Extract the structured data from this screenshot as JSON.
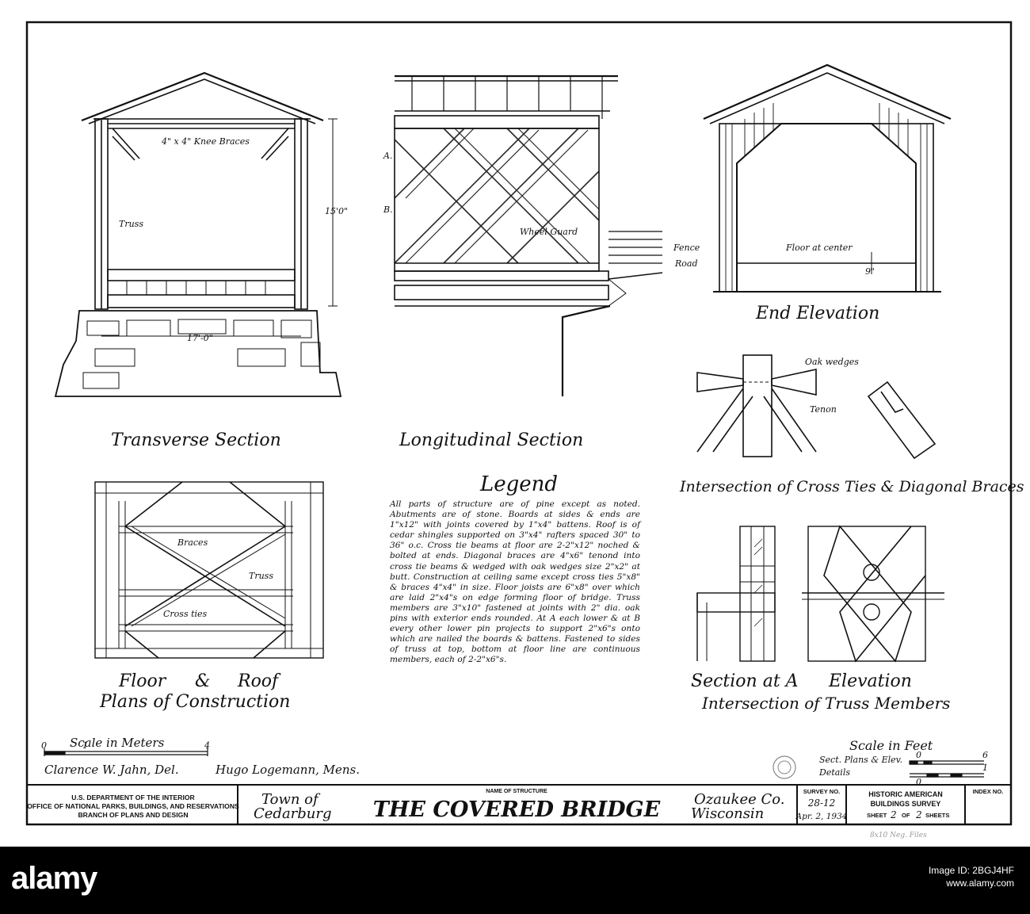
{
  "drawings": {
    "transverse": {
      "title": "Transverse Section",
      "knee_braces": "4\" x 4\" Knee Braces",
      "truss": "Truss",
      "height": "15'0\"",
      "width": "17'-0\""
    },
    "longitudinal": {
      "title": "Longitudinal Section",
      "mark_a": "A.",
      "mark_b": "B.",
      "wheel_guard": "Wheel Guard",
      "fence": "Fence",
      "road": "Road"
    },
    "end_elevation": {
      "title": "End Elevation",
      "floor_at_center": "Floor at center",
      "dim": "9\""
    },
    "intersection_cross": {
      "title": "Intersection of Cross Ties & Diagonal Braces",
      "oak_wedges": "Oak wedges",
      "tenon": "Tenon"
    },
    "plans": {
      "title_line1_a": "Floor",
      "title_line1_amp": "&",
      "title_line1_b": "Roof",
      "title_line2": "Plans of Construction",
      "braces": "Braces",
      "truss": "Truss",
      "cross_ties": "Cross ties"
    },
    "truss_members": {
      "section_label": "Section at A",
      "elevation_label": "Elevation",
      "title": "Intersection of Truss Members"
    }
  },
  "legend": {
    "title": "Legend",
    "body": "All parts of structure are of pine except as noted. Abutments are of stone. Boards at sides & ends are 1\"x12\" with joints covered by 1\"x4\" battens. Roof is of cedar shingles supported on 3\"x4\" rafters spaced 30\" to 36\" o.c. Cross tie beams at floor are 2-2\"x12\" noched & bolted at ends. Diagonal braces are 4\"x6\" tenond into cross tie beams & wedged with oak wedges size 2\"x2\" at butt. Construction at ceiling same except cross ties 5\"x8\" & braces 4\"x4\" in size. Floor joists are 6\"x8\" over which are laid 2\"x4\"s on edge forming floor of bridge. Truss members are 3\"x10\" fastened at joints with 2\" dia. oak pins with exterior ends rounded. At A each lower & at B every other lower pin projects to support 2\"x6\"s onto which are nailed the boards & battens. Fastened to sides of truss at top, bottom at floor line are continuous members, each of 2-2\"x6\"s."
  },
  "scales": {
    "meters_label": "Scale in Meters",
    "meters_start": "0",
    "meters_mid": "1",
    "meters_end": "4",
    "feet_label": "Scale in Feet",
    "feet_sub1": "Sect. Plans & Elev.",
    "feet_sub2": "Details",
    "feet_top_0": "0",
    "feet_top_end": "6",
    "feet_bot_0": "0",
    "feet_bot_end": "1"
  },
  "credits": {
    "delineator": "Clarence W. Jahn, Del.",
    "measurer": "Hugo Logemann, Mens."
  },
  "title_block": {
    "agency_line1": "U.S. DEPARTMENT OF THE INTERIOR",
    "agency_line2": "OFFICE OF NATIONAL PARKS, BUILDINGS, AND RESERVATIONS",
    "agency_line3": "BRANCH OF PLANS AND DESIGN",
    "town_line1": "Town of",
    "town_line2": "Cedarburg",
    "name_label": "NAME OF STRUCTURE",
    "structure_name": "THE COVERED BRIDGE",
    "county_line1": "Ozaukee Co.",
    "county_line2": "Wisconsin",
    "survey_label": "SURVEY NO.",
    "survey_no": "28-12",
    "survey_date": "Apr. 2, 1934",
    "habs_line1": "HISTORIC AMERICAN",
    "habs_line2": "BUILDINGS SURVEY",
    "sheet_prefix": "SHEET",
    "sheet_no": "2",
    "sheet_of": "OF",
    "sheet_total": "2",
    "sheet_suffix": "SHEETS",
    "index_label": "INDEX NO.",
    "stamp_note": "8x10 Neg. Files"
  },
  "watermark": {
    "brand": "alamy",
    "image_id_label": "Image ID: 2BGJ4HF",
    "site": "www.alamy.com"
  }
}
